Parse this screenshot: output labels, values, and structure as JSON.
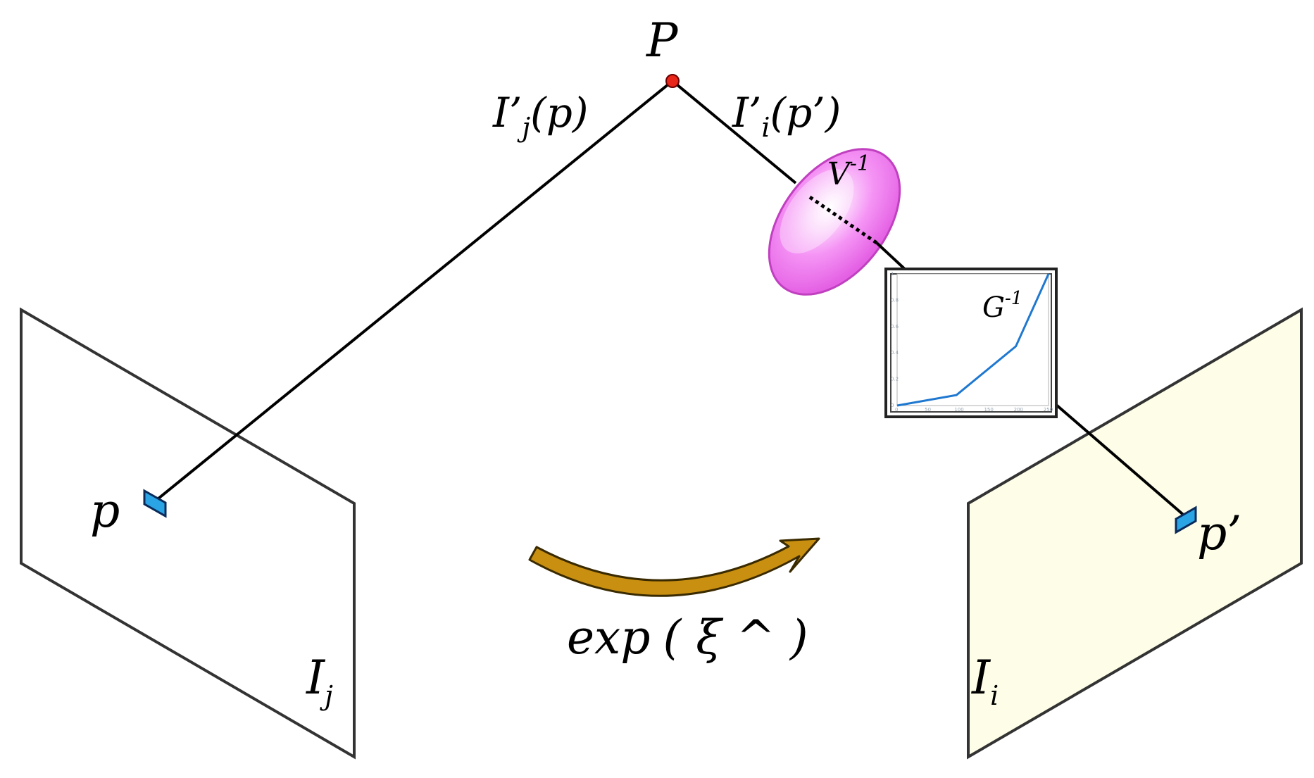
{
  "labels": {
    "point_P": "P",
    "left_ray": {
      "base": "I’",
      "sub": "j",
      "arg": "(p)"
    },
    "right_ray": {
      "base": "I’",
      "sub": "i",
      "arg": "(p’)"
    },
    "vignette": {
      "base": "V",
      "sup": "-1"
    },
    "response": {
      "base": "G",
      "sup": "-1"
    },
    "pixel_left": "p",
    "pixel_right": "p’",
    "image_left": {
      "base": "I",
      "sub": "j"
    },
    "image_right": {
      "base": "I",
      "sub": "i"
    },
    "transform": "exp",
    "transform_arg": "( ξ ^ )"
  },
  "response_curve": {
    "x": [
      0,
      100,
      200,
      255
    ],
    "y": [
      0,
      0.08,
      0.45,
      1.0
    ],
    "x_ticks": [
      "0",
      "50",
      "100",
      "150",
      "200",
      "250"
    ],
    "y_ticks": [
      "0",
      "0.2",
      "0.4",
      "0.6",
      "0.8",
      "1"
    ]
  },
  "colors": {
    "left_plane": "#ffffff",
    "right_plane": "#fdfde8",
    "pixel": "#2aa4e4",
    "point": "#e8261a",
    "lens": "#f06ef0",
    "curve": "#1f78d0",
    "arrow": "#c98f10",
    "line": "#000000"
  }
}
